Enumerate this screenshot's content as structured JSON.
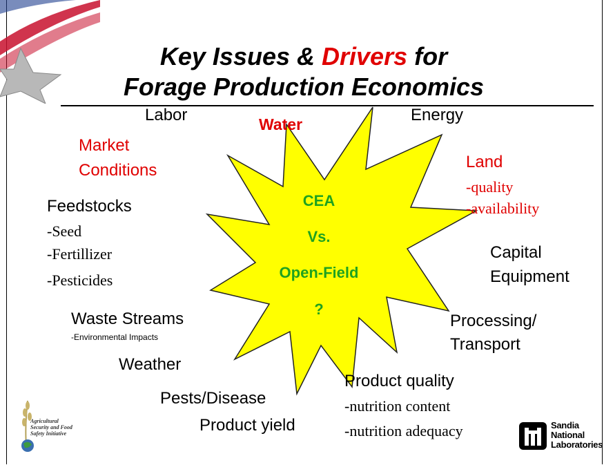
{
  "title": {
    "line1_part1": "Key Issues & ",
    "line1_highlight": "Drivers",
    "line1_part2": " for",
    "line2": "Forage Production Economics"
  },
  "center": {
    "line1": "CEA",
    "line2": "Vs.",
    "line3": "Open-Field",
    "line4": "?"
  },
  "factors": {
    "labor": "Labor",
    "water": "Water",
    "energy": "Energy",
    "market1": "Market",
    "market2": "Conditions",
    "land": "Land",
    "land_quality": "-quality",
    "land_availability": "-availability",
    "feedstocks": "Feedstocks",
    "seed": "-Seed",
    "fertillizer": "-Fertillizer",
    "pesticides": "-Pesticides",
    "capital1": "Capital",
    "capital2": "Equipment",
    "waste": "Waste Streams",
    "waste_sub": "-Environmental Impacts",
    "processing1": "Processing/",
    "processing2": "Transport",
    "weather": "Weather",
    "product_quality": "Product quality",
    "nutrition_content": "-nutrition content",
    "nutrition_adequacy": "-nutrition adequacy",
    "pests": "Pests/Disease",
    "product_yield": "Product yield"
  },
  "logos": {
    "ag_line1": "Agricultural",
    "ag_line2": "Security and Food",
    "ag_line3": "Safety Initiative",
    "sandia_line1": "Sandia",
    "sandia_line2": "National",
    "sandia_line3": "Laboratories"
  },
  "colors": {
    "accent_red": "#e00000",
    "star_fill": "#ffff00",
    "center_green": "#1fa21f"
  }
}
